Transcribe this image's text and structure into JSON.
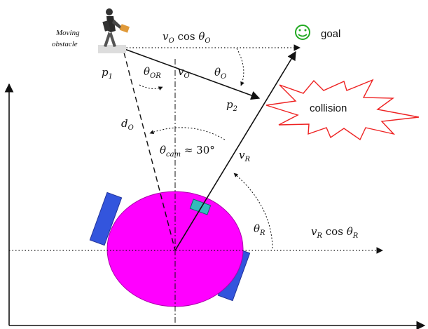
{
  "labels": {
    "moving_obstacle_line1": "Moving",
    "moving_obstacle_line2": "obstacle",
    "goal": "goal",
    "collision": "collision",
    "p1": "p",
    "p1_sub": "1",
    "p2": "p",
    "p2_sub": "2",
    "vo_cos_v": "v",
    "vo_cos_sub": "O",
    "vo_cos_text": " cos ",
    "vo_cos_theta": "θ",
    "vo_cos_theta_sub": "O",
    "theta_or": "θ",
    "theta_or_sub": "OR",
    "v_o": "v",
    "v_o_sub": "O",
    "theta_o": "θ",
    "theta_o_sub": "O",
    "d_o": "d",
    "d_o_sub": "O",
    "theta_cam": "θ",
    "theta_cam_sub": "cam",
    "theta_cam_value": " ≈ 30°",
    "v_r": "v",
    "v_r_sub": "R",
    "theta_r": "θ",
    "theta_r_sub": "R",
    "vr_cos_v": "v",
    "vr_cos_sub": "R",
    "vr_cos_text": " cos ",
    "vr_cos_theta": "θ",
    "vr_cos_theta_sub": "R"
  },
  "colors": {
    "robot_body": "#ff00ff",
    "robot_wheels": "#3355dd",
    "camera": "#33bbbb",
    "collision_outline": "#ee2222",
    "goal_smiley": "#22aa22",
    "lines": "#111111"
  },
  "icons": {
    "person": "walking-person-icon",
    "goal": "smiley-face-icon",
    "collision": "explosion-burst-icon"
  }
}
